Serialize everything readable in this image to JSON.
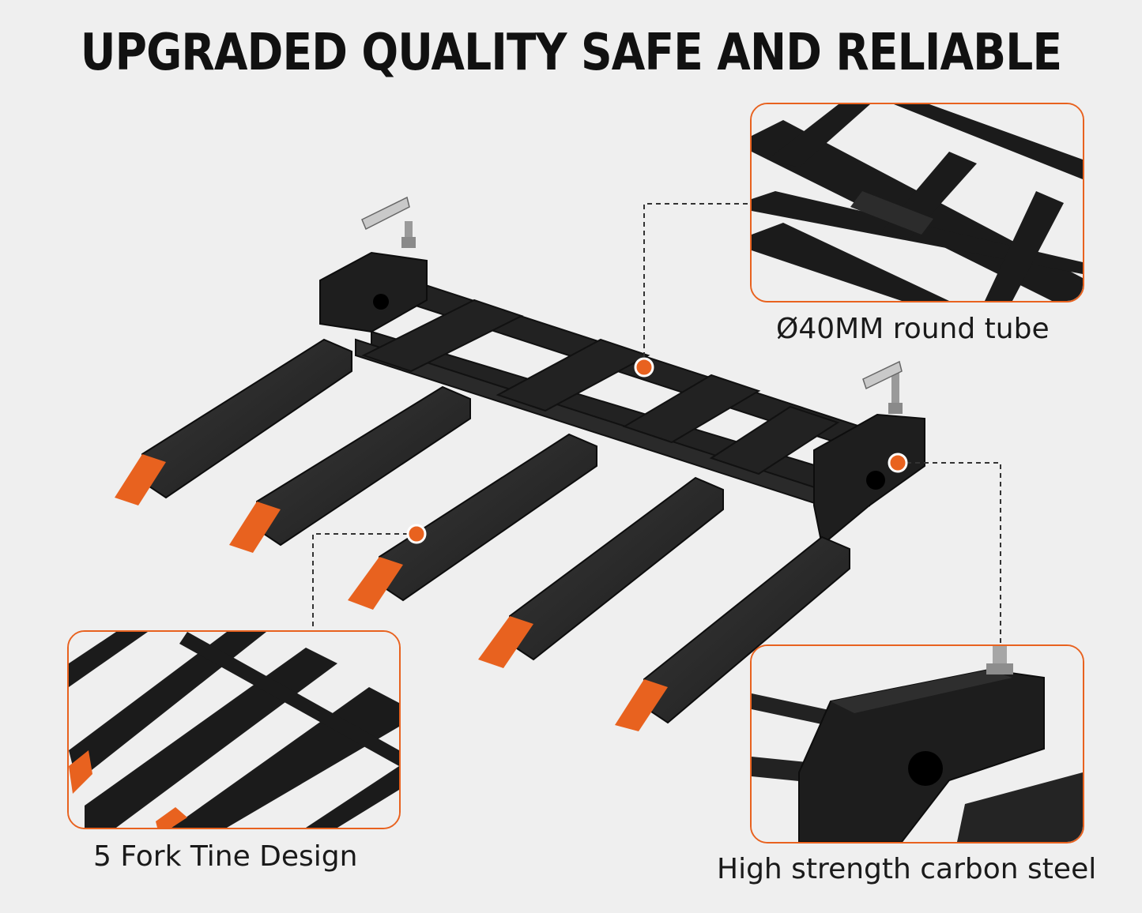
{
  "headline": "UPGRADED QUALITY SAFE AND RELIABLE",
  "callouts": {
    "tube": {
      "caption": "Ø40MM round tube"
    },
    "tines": {
      "caption": "5 Fork Tine Design"
    },
    "steel": {
      "caption": "High strength carbon steel"
    }
  },
  "colors": {
    "background": "#efefef",
    "accent": "#e8621f",
    "steel": "#1c1c1c"
  }
}
